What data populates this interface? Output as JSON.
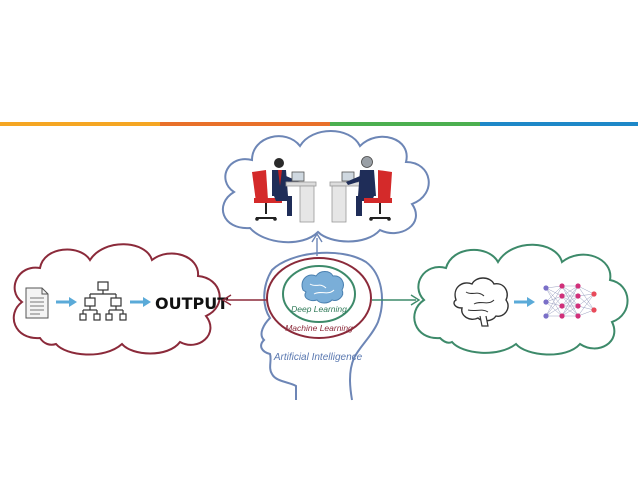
{
  "diagram": {
    "output_label": "OUTPUT",
    "deep_learning_label": "Deep Learning",
    "machine_learning_label": "Machine Learning",
    "ai_label": "Artificial Intelligence"
  },
  "colors": {
    "top_bar": [
      "#f5a623",
      "#e8702a",
      "#4caf50",
      "#1e88c8"
    ],
    "blue_cloud": "#6d86b6",
    "red_cloud": "#8b2a3a",
    "green_cloud": "#3d8a6a",
    "head_outline": "#6d86b6",
    "ml_ring": "#8b2a3a",
    "dl_ring": "#3d8a6a",
    "arrow_blue": "#5aaad8",
    "chair_red": "#d42a2a",
    "suit_navy": "#1f2d58",
    "brain_blue": "#7aaed8"
  },
  "icons": [
    "document-icon",
    "flowchart-icon",
    "brain-icon",
    "neural-network-icon",
    "person-at-desk-icon",
    "robot-at-desk-icon"
  ]
}
